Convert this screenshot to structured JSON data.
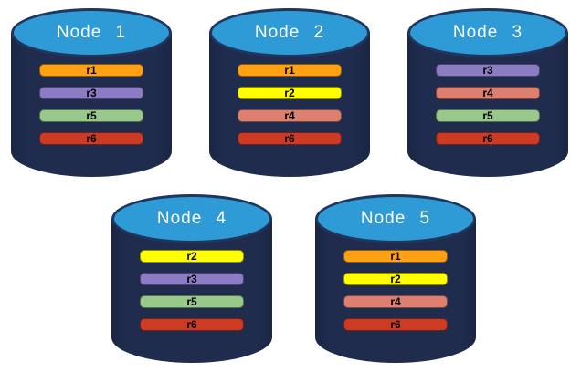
{
  "diagram": {
    "description": "Five database nodes with replicated partitions",
    "nodes": [
      {
        "label": "Node 1",
        "replicas": [
          "r1",
          "r3",
          "r5",
          "r6"
        ]
      },
      {
        "label": "Node 2",
        "replicas": [
          "r1",
          "r2",
          "r4",
          "r6"
        ]
      },
      {
        "label": "Node 3",
        "replicas": [
          "r3",
          "r4",
          "r5",
          "r6"
        ]
      },
      {
        "label": "Node 4",
        "replicas": [
          "r2",
          "r3",
          "r5",
          "r6"
        ]
      },
      {
        "label": "Node 5",
        "replicas": [
          "r1",
          "r2",
          "r4",
          "r6"
        ]
      }
    ],
    "replica_colors": {
      "r1": "#FFA113",
      "r2": "#FFFF00",
      "r3": "#8C7CC4",
      "r4": "#DD8070",
      "r5": "#99C98A",
      "r6": "#CE3B24"
    },
    "cylinder_colors": {
      "body": "#1F2C4E",
      "top": "#2E9BD6",
      "top_outline": "#20365E",
      "label_text": "#FFFFFF",
      "bar_text": "#000000"
    }
  }
}
